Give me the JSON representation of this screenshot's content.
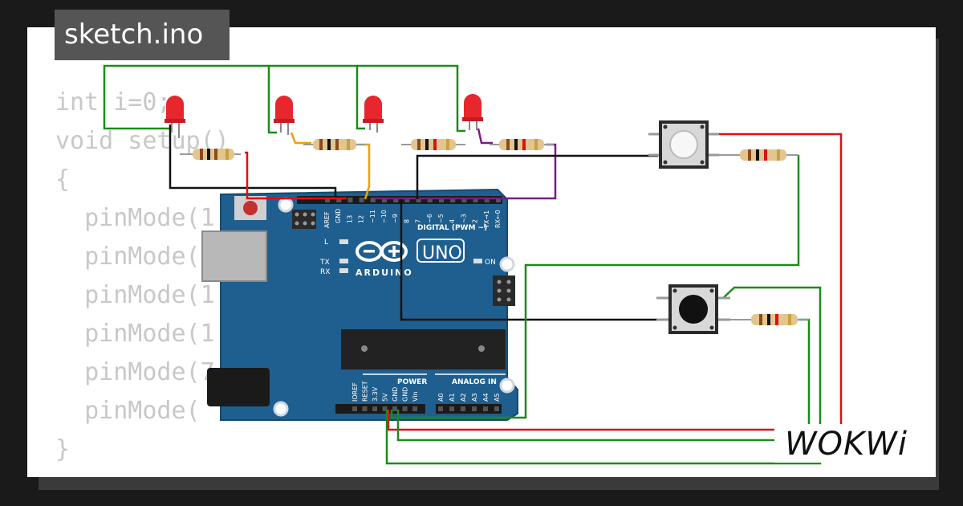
{
  "file_tab": {
    "label": "sketch.ino"
  },
  "code_lines": [
    {
      "text": "int i=0;"
    },
    {
      "text": "void setup()"
    },
    {
      "text": "{"
    },
    {
      "text": "  pinMode(1"
    },
    {
      "text": "  pinMode("
    },
    {
      "text": "  pinMode(1"
    },
    {
      "text": "  pinMode(1"
    },
    {
      "text": "  pinMode(7"
    },
    {
      "text": "  pinMode("
    },
    {
      "text": ""
    },
    {
      "text": "}"
    }
  ],
  "board": {
    "brand": "ARDUINO",
    "model": "UNO",
    "digital_header": "DIGITAL (PWM ~)",
    "digital_pins": [
      "AREF",
      "GND",
      "13",
      "12",
      "~11",
      "~10",
      "~9",
      "8",
      "7",
      "~6",
      "~5",
      "4",
      "~3",
      "2",
      "TX→1",
      "RX←0"
    ],
    "power_header": "POWER",
    "power_pins": [
      "IOREF",
      "RESET",
      "3.3V",
      "5V",
      "GND",
      "GND",
      "Vin"
    ],
    "analog_header": "ANALOG IN",
    "analog_pins": [
      "A0",
      "A1",
      "A2",
      "A3",
      "A4",
      "A5"
    ],
    "led_labels": {
      "l": "L",
      "tx": "TX",
      "rx": "RX",
      "on": "ON"
    }
  },
  "watermark": {
    "text": "WOKWi"
  },
  "colors": {
    "board_blue": "#1f5f8f",
    "wire_green": "#1a8c1a",
    "wire_red": "#dd1111",
    "wire_black": "#111111",
    "wire_orange": "#f0a000",
    "wire_purple": "#7a1a8a",
    "led_red": "#e8262d"
  }
}
